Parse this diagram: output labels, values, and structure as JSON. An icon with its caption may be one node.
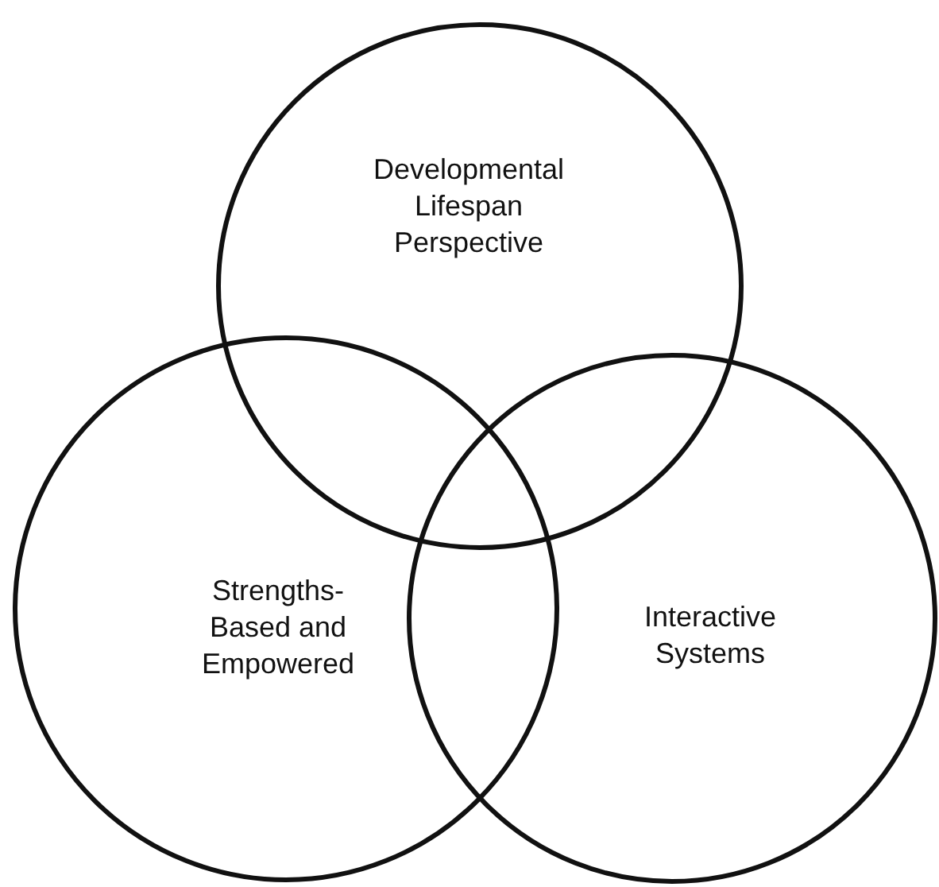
{
  "diagram": {
    "nodes": [
      {
        "text": [
          "Developmental Lifespan Perspective"
        ]
      },
      {
        "text": [
          "Strengths-Based and Empowered"
        ]
      },
      {
        "text": [
          "Interactive Systems"
        ]
      }
    ]
  }
}
